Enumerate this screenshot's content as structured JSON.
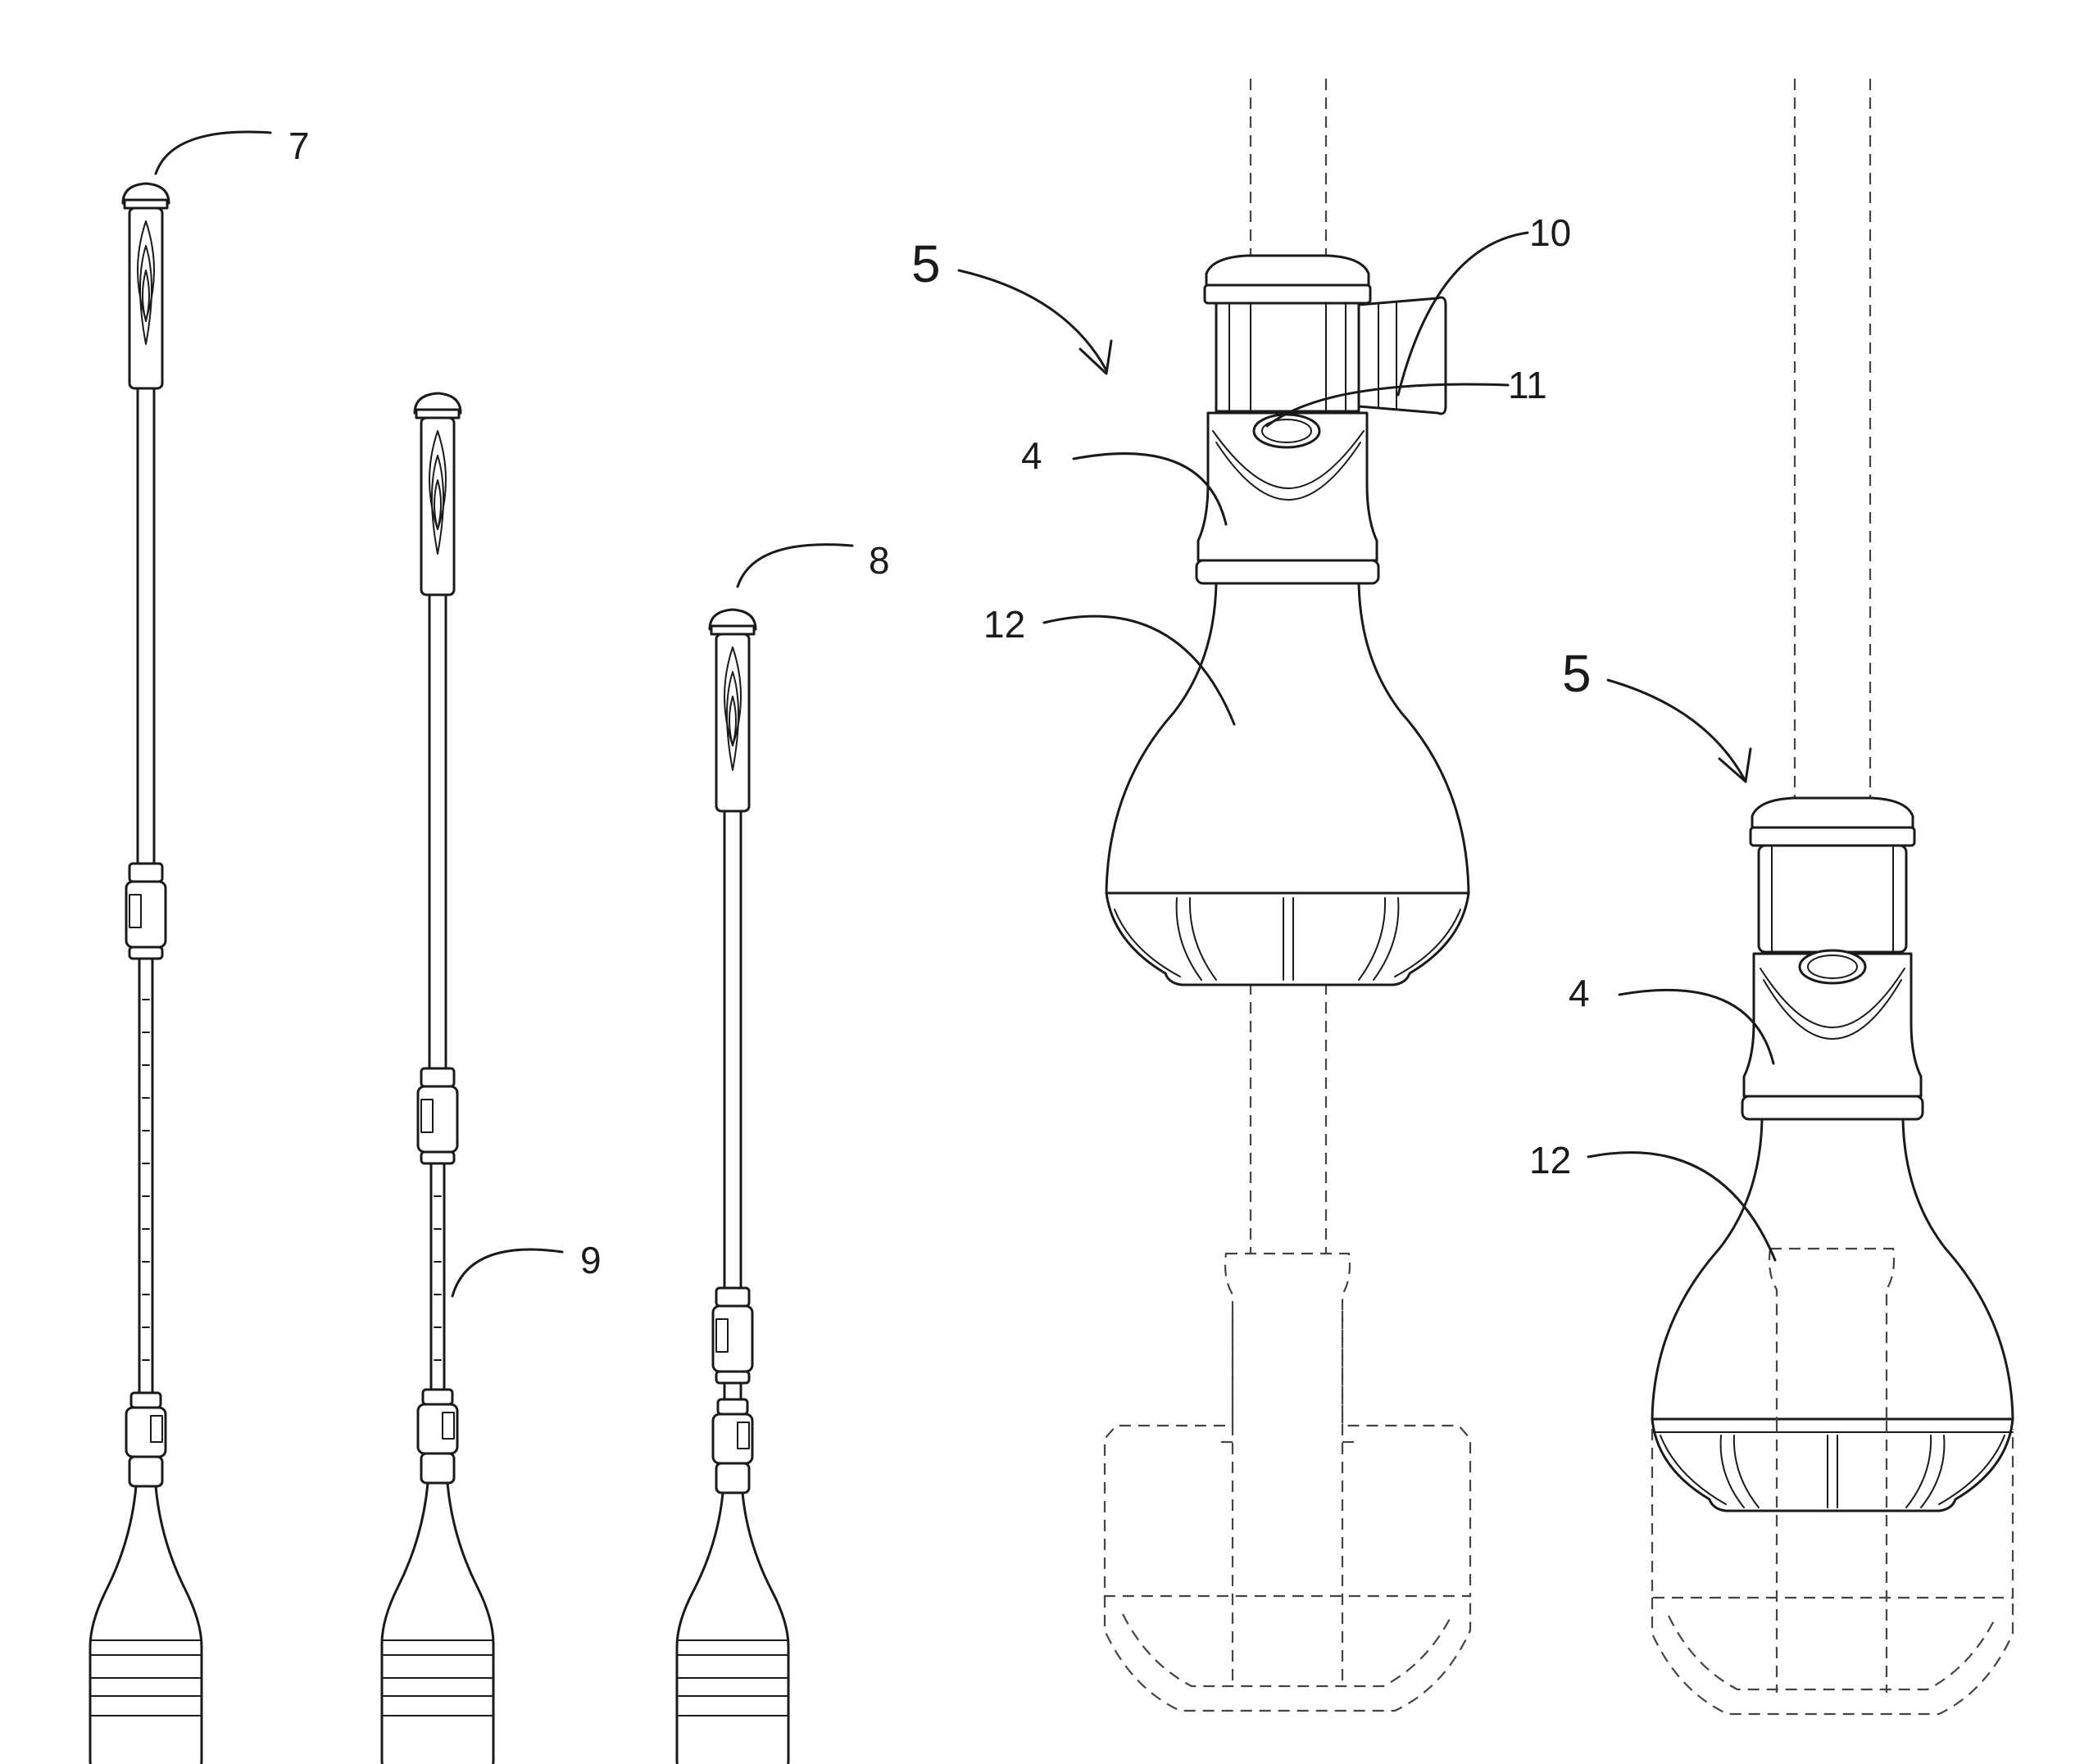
{
  "labels": {
    "pole_long": "7",
    "pole_short": "8",
    "pole_mid": "9",
    "assembly_a": "5",
    "assembly_b": "5",
    "collar_a": "4",
    "collar_b": "4",
    "clamp": "10",
    "window": "11",
    "bell_a": "12",
    "bell_b": "12"
  }
}
